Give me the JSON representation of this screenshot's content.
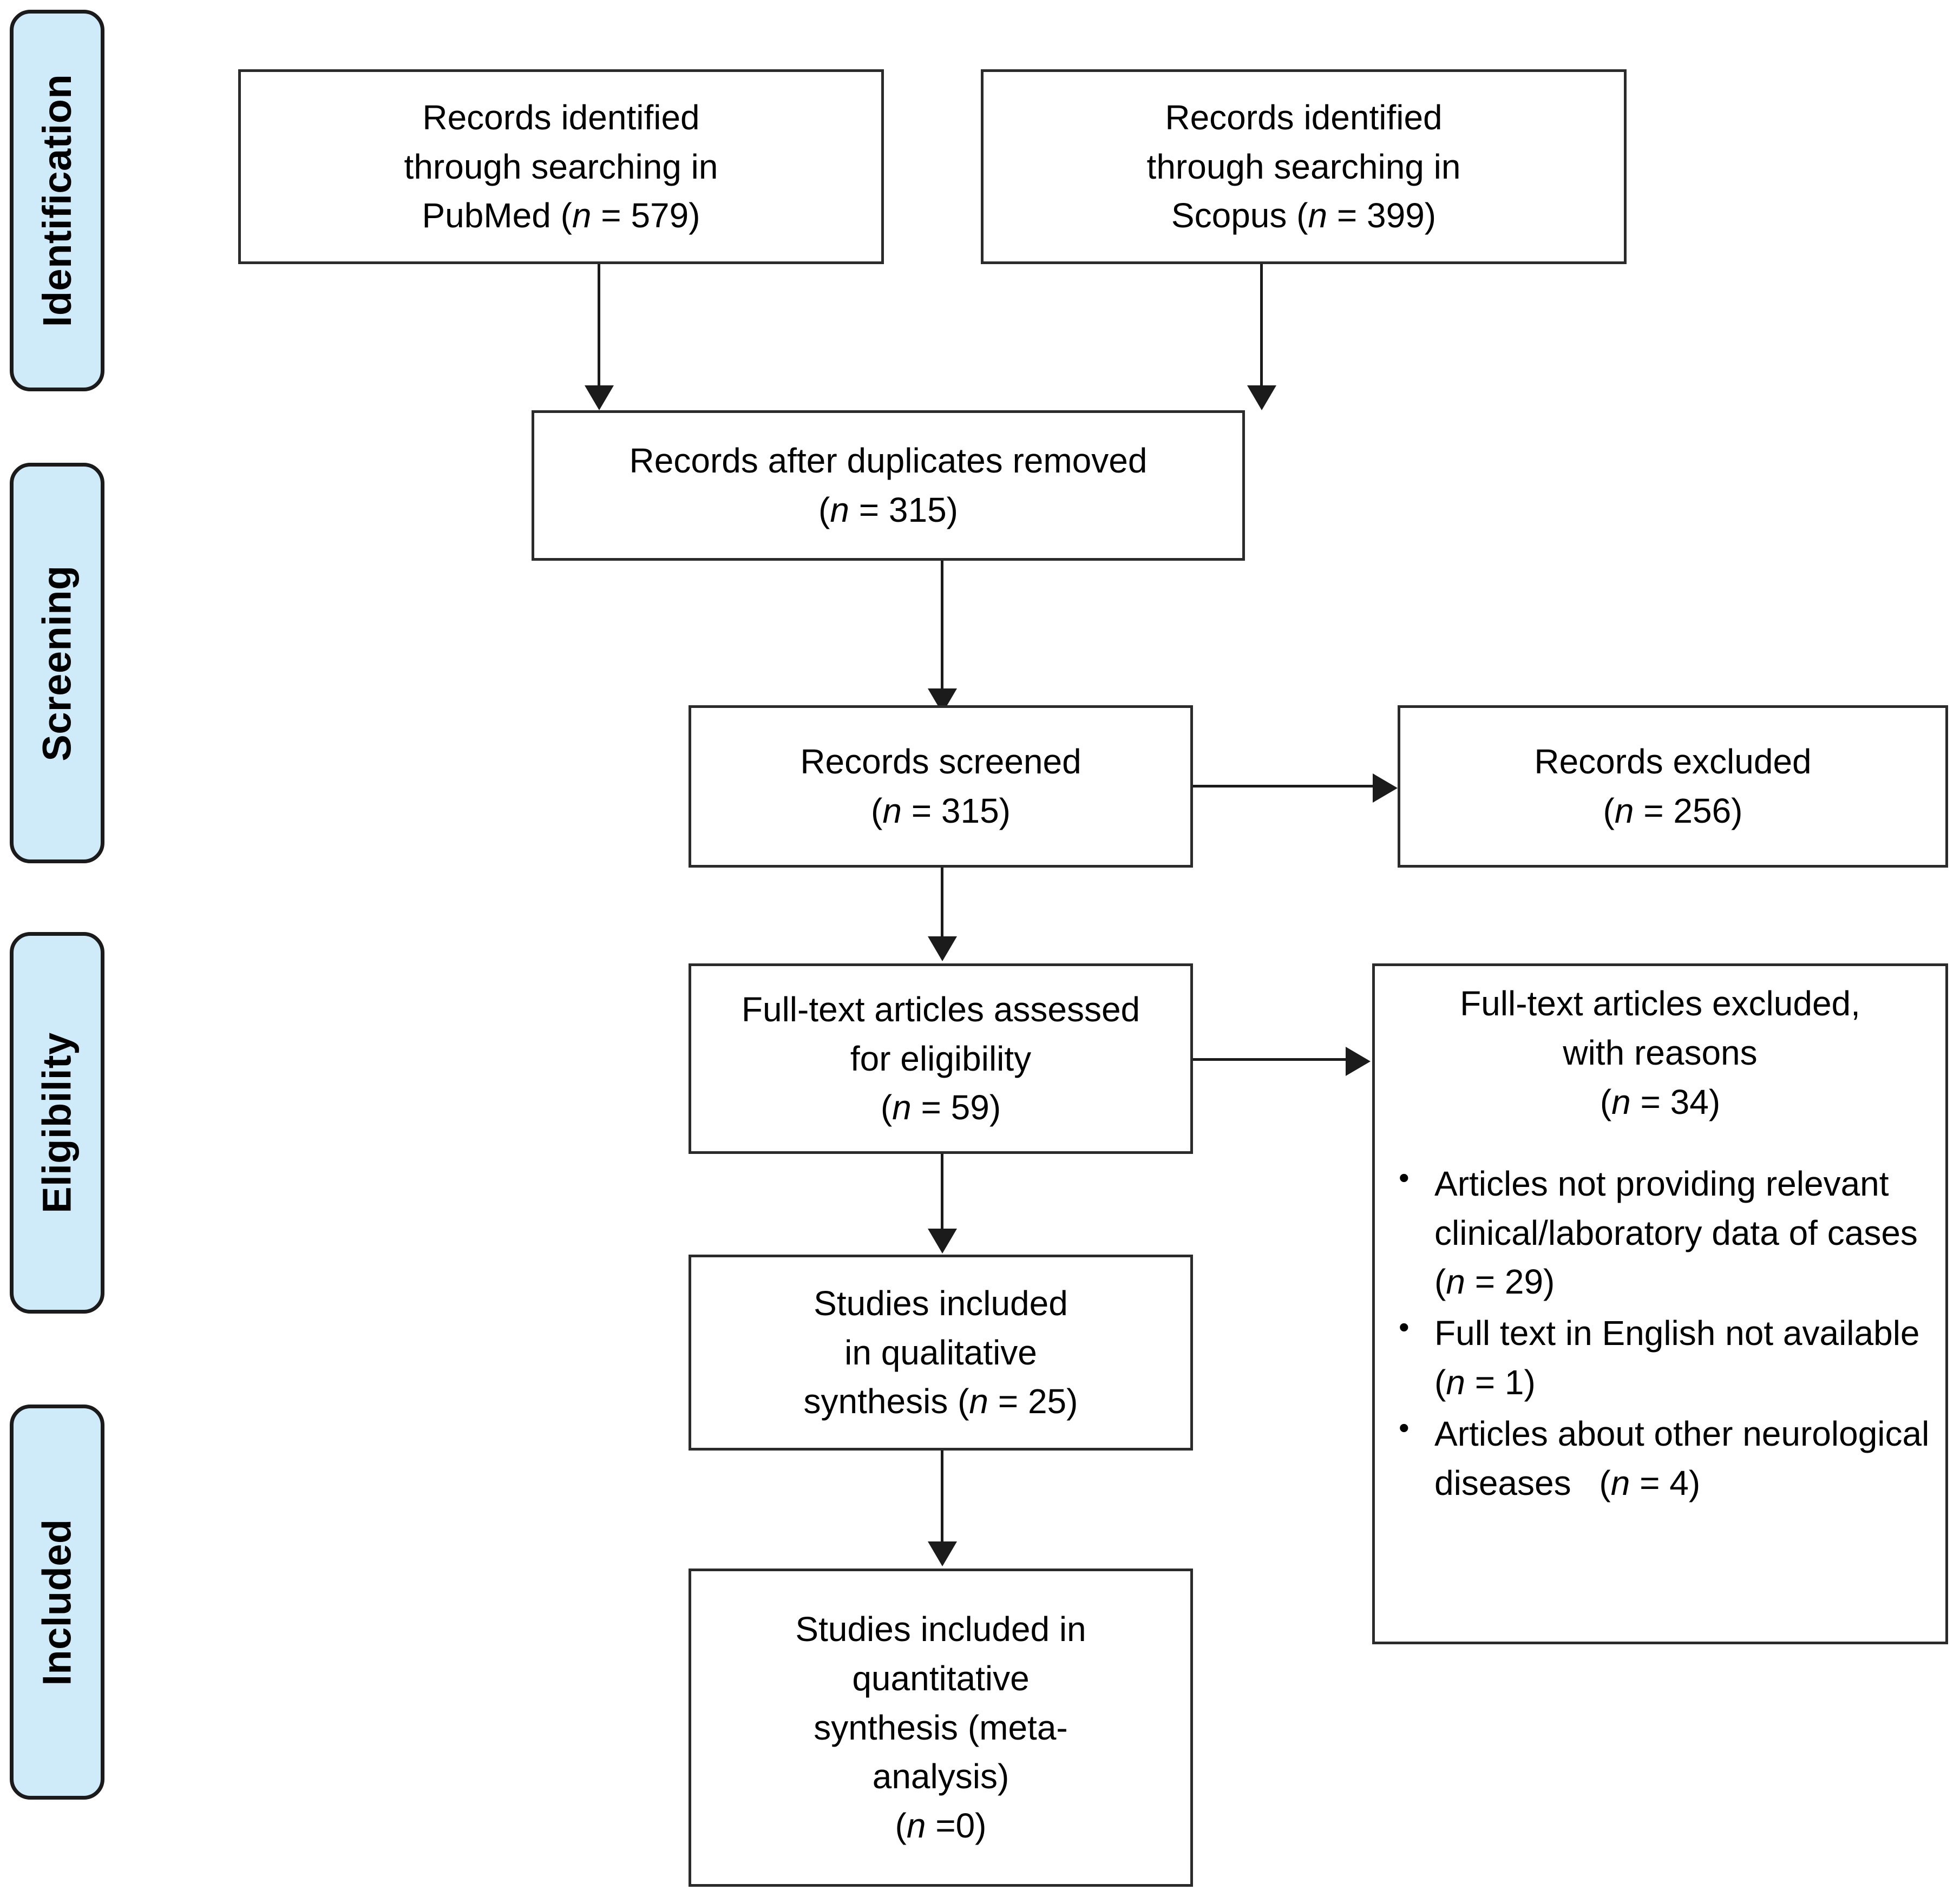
{
  "diagram": {
    "type": "prisma-flow-diagram",
    "accent_color": "#cfeaf8",
    "border_color": "#2b2b2b",
    "background_color": "#ffffff"
  },
  "phases": [
    {
      "id": "identification",
      "label": "Identification"
    },
    {
      "id": "screening",
      "label": "Screening"
    },
    {
      "id": "eligibility",
      "label": "Eligibility"
    },
    {
      "id": "included",
      "label": "Included"
    }
  ],
  "boxes": {
    "pubmed": {
      "line1": "Records identified",
      "line2": "through searching in",
      "line3_pre": "PubMed (",
      "line3_n": "n",
      "line3_post": " = 579)",
      "count": 579,
      "source": "PubMed"
    },
    "scopus": {
      "line1": "Records identified",
      "line2": "through searching in",
      "line3_pre": "Scopus (",
      "line3_n": "n",
      "line3_post": " = 399)",
      "count": 399,
      "source": "Scopus"
    },
    "duplicates_removed": {
      "line1": "Records after duplicates removed",
      "line2_pre": "(",
      "line2_n": "n",
      "line2_post": " = 315)",
      "count": 315
    },
    "records_screened": {
      "line1": "Records screened",
      "line2_pre": "(",
      "line2_n": "n",
      "line2_post": " = 315)",
      "count": 315
    },
    "records_excluded": {
      "line1": "Records excluded",
      "line2_pre": "(",
      "line2_n": "n",
      "line2_post": " = 256)",
      "count": 256
    },
    "fulltext_assessed": {
      "line1": "Full-text articles assessed",
      "line2": "for eligibility",
      "line3_pre": "(",
      "line3_n": "n",
      "line3_post": " = 59)",
      "count": 59
    },
    "fulltext_excluded": {
      "line1": "Full-text articles excluded,",
      "line2": "with reasons",
      "line3_pre": "(",
      "line3_n": "n",
      "line3_post": " = 34)",
      "count": 34,
      "reasons": [
        {
          "text_a": "Articles not providing",
          "text_b": "relevant clinical/laboratory",
          "text_c_pre": "data of cases (",
          "text_c_n": "n",
          "text_c_post": " = 29)",
          "count": 29
        },
        {
          "text_a": "Full text in English not",
          "text_b": "",
          "text_c_pre": "available (",
          "text_c_n": "n",
          "text_c_post": " = 1)",
          "count": 1
        },
        {
          "text_a": "Articles about other",
          "text_b": "neurological diseases",
          "text_c_pre": "(",
          "text_c_n": "n",
          "text_c_post": " = 4)",
          "count": 4
        }
      ]
    },
    "qualitative": {
      "line1": "Studies included",
      "line2": "in qualitative",
      "line3_pre": "synthesis (",
      "line3_n": "n",
      "line3_post": " = 25)",
      "count": 25
    },
    "quantitative": {
      "line1": "Studies included in",
      "line2": "quantitative",
      "line3": "synthesis (meta-",
      "line4": "analysis)",
      "line5_pre": "(",
      "line5_n": "n",
      "line5_post": " =0)",
      "count": 0
    }
  }
}
